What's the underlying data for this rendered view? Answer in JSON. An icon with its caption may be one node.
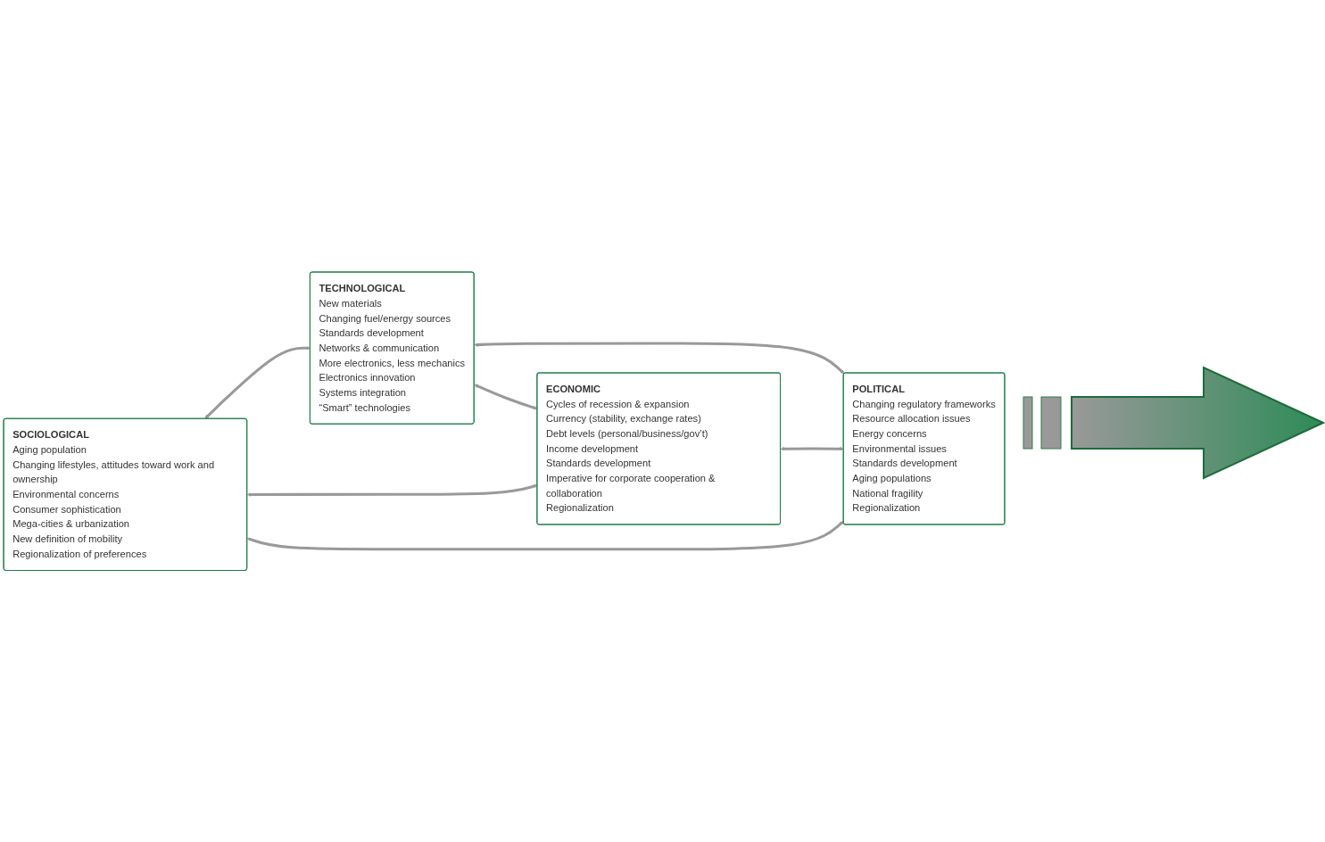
{
  "diagram": {
    "nodes": [
      {
        "text": [
          "SOCIOLOGICAL",
          "Aging population",
          "Changing lifestyles, attitudes toward work and ownership",
          "Environmental concerns",
          "Consumer sophistication",
          "Mega-cities & urbanization",
          "New definition of mobility",
          "Regionalization of preferences"
        ]
      },
      {
        "text": [
          "TECHNOLOGICAL",
          "New materials",
          "Changing fuel/energy sources",
          "Standards development",
          "Networks & communication",
          "More electronics, less mechanics",
          "Electronics innovation",
          "Systems integration",
          "“Smart” technologies"
        ]
      },
      {
        "text": [
          "ECONOMIC",
          "Cycles of recession & expansion",
          "Currency (stability, exchange rates)",
          "Debt levels (personal/business/gov’t)",
          "Income development",
          "Standards development",
          "Imperative for corporate cooperation & collaboration",
          "Regionalization"
        ]
      },
      {
        "text": [
          "POLITICAL",
          "Changing regulatory frameworks",
          "Resource allocation issues",
          "Energy concerns",
          "Environmental issues",
          "Standards development",
          "Aging populations",
          "National fragility",
          "Regionalization"
        ]
      }
    ],
    "edges": [
      {
        "from": 0,
        "to": 1,
        "arrow": "both"
      },
      {
        "from": 0,
        "to": 2,
        "arrow": "both"
      },
      {
        "from": 1,
        "to": 3,
        "arrow": "both"
      },
      {
        "from": 2,
        "to": 3,
        "arrow": "both"
      },
      {
        "from": 0,
        "to": 3,
        "arrow": "both"
      },
      {
        "from": 1,
        "to": 2,
        "arrow": "both"
      }
    ]
  }
}
